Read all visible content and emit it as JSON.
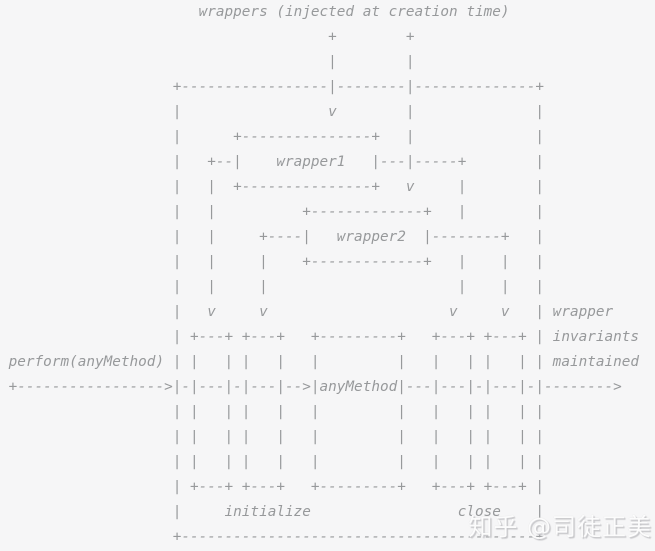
{
  "colors": {
    "background": "#f6f6f7",
    "ink": "#97999b",
    "watermark_shadow": "#c6c6c9"
  },
  "diagram": {
    "title": "wrappers (injected at creation time)",
    "labels": {
      "wrapper1_box": "wrapper1",
      "wrapper2_box": "wrapper2",
      "any_method_box": "anyMethod",
      "incoming_call": "perform(anyMethod)",
      "initialize": "initialize",
      "close": "close",
      "side_note_lines": [
        "wrapper",
        "invariants",
        "maintained"
      ]
    },
    "art_lines": [
      "                       wrappers (injected at creation time)",
      "                                      +        +",
      "                                      |        |",
      "                    +-----------------|--------|--------------+",
      "                    |                 v        |              |",
      "                    |      +---------------+   |              |",
      "                    |   +--|    wrapper1   |---|-----+        |",
      "                    |   |  +---------------+   v     |        |",
      "                    |   |          +-------------+   |        |",
      "                    |   |     +----|   wrapper2  |--------+   |",
      "                    |   |     |    +-------------+   |    |   |",
      "                    |   |     |                      |    |   |",
      "                    |   v     v                     v     v   | wrapper",
      "                    | +---+ +---+   +---------+   +---+ +---+ | invariants",
      " perform(anyMethod) | |   | |   |   |         |   |   | |   | | maintained",
      " +----------------->|-|---|-|---|-->|anyMethod|---|---|-|---|-|-------->",
      "                    | |   | |   |   |         |   |   | |   | |",
      "                    | |   | |   |   |         |   |   | |   | |",
      "                    | |   | |   |   |         |   |   | |   | |",
      "                    | +---+ +---+   +---------+   +---+ +---+ |",
      "                    |     initialize                 close    |",
      "                    +-----------------------------------------+"
    ]
  },
  "watermark": {
    "text": "知乎 @司徒正美"
  }
}
